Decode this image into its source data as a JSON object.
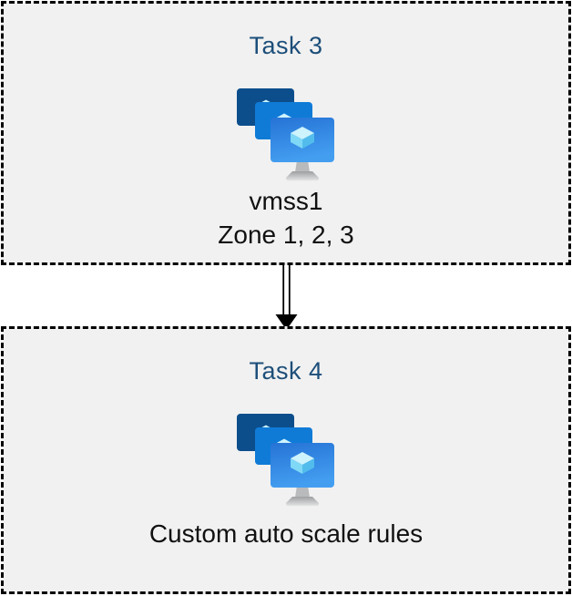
{
  "diagram": {
    "type": "task-flow",
    "connector": {
      "style": "double-line-arrow",
      "direction": "down",
      "color": "#000000"
    }
  },
  "boxes": [
    {
      "title": "Task 3",
      "icon": "vm-scale-sets-icon",
      "lines": [
        "vmss1",
        "Zone 1, 2, 3"
      ]
    },
    {
      "title": "Task 4",
      "icon": "vm-scale-sets-icon",
      "lines": [
        "Custom auto scale rules"
      ]
    }
  ],
  "colors": {
    "box_background": "#f1f1f1",
    "box_border": "#000000",
    "title_text": "#1c4e79",
    "body_text": "#111111",
    "icon_monitor_back": "#0c4e8c",
    "icon_monitor_middle": "#0f7bd7",
    "icon_monitor_front_gradient_top": "#2573d6",
    "icon_monitor_front_gradient_bottom": "#449ef0",
    "icon_cube_top": "#cdf3fd",
    "icon_cube_left": "#7fd8f5",
    "icon_cube_right": "#52bdec",
    "icon_stand": "#b9babc"
  }
}
